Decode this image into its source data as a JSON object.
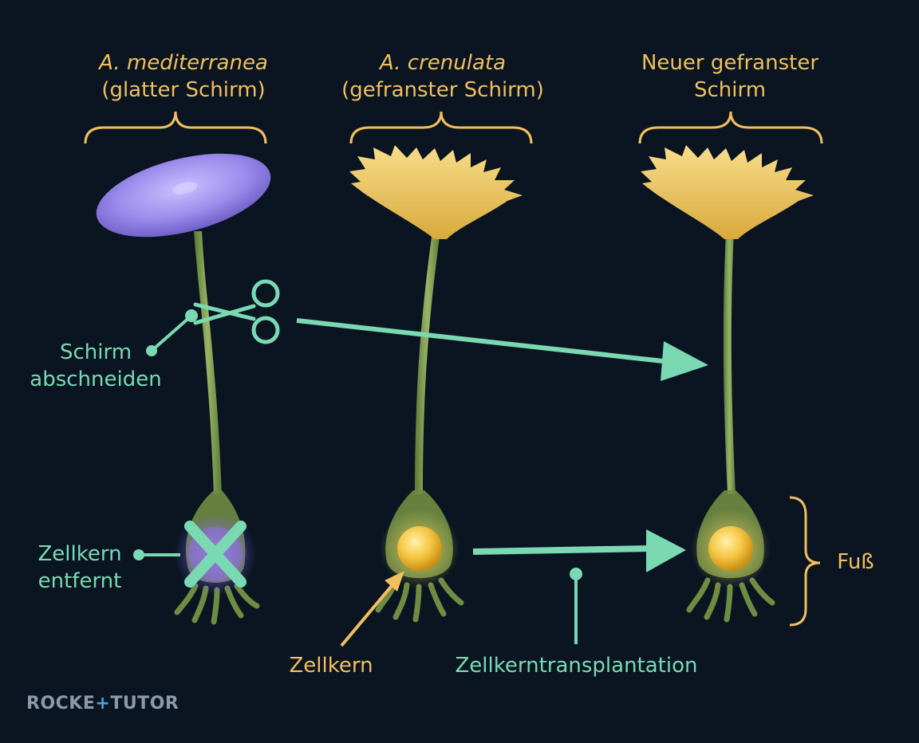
{
  "columns": [
    {
      "line1": "A. mediterranea",
      "line2": "(glatter Schirm)"
    },
    {
      "line1": "A. crenulata",
      "line2": "(gefranster Schirm)"
    },
    {
      "line1": "Neuer gefranster",
      "line2": "Schirm"
    }
  ],
  "labels": {
    "cut_line1": "Schirm",
    "cut_line2": "abschneiden",
    "removed_line1": "Zellkern",
    "removed_line2": "entfernt",
    "nucleus": "Zellkern",
    "transplant": "Zellkerntransplantation",
    "foot": "Fuß"
  },
  "logo": {
    "part1": "ROCKE",
    "plus": "+",
    "part2": "TUTOR"
  },
  "colors": {
    "background": "#0a1521",
    "label_yellow": "#f2bf5e",
    "label_green": "#7ad9b3",
    "cap_smooth": "#a596f0",
    "cap_fringed": "#f0cd6a",
    "stalk": "#7d9a4e",
    "nucleus": "#f5c542",
    "arrow": "#7ad9b3"
  }
}
